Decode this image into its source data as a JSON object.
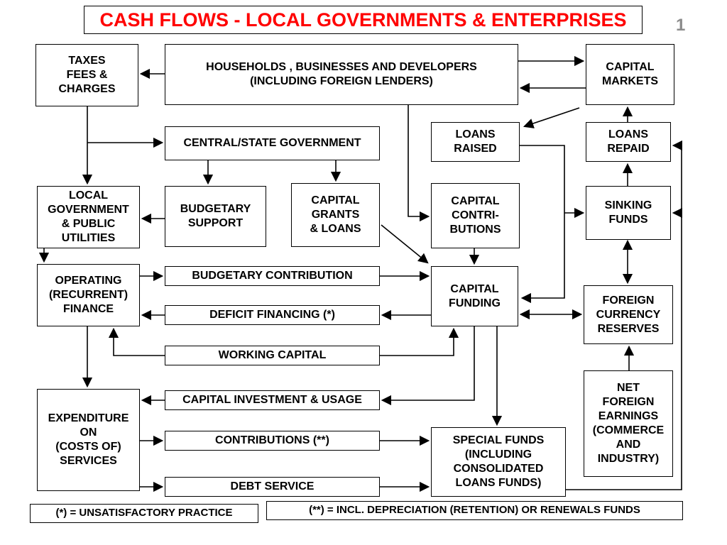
{
  "slide": {
    "title": "CASH FLOWS - LOCAL GOVERNMENTS & ENTERPRISES",
    "title_color": "#ff0000",
    "page_number": "1",
    "box_border_color": "#000000",
    "background_color": "#ffffff"
  },
  "boxes": {
    "taxes": {
      "label": "TAXES\nFEES &\nCHARGES"
    },
    "households": {
      "label": "HOUSEHOLDS , BUSINESSES AND DEVELOPERS\n(INCLUDING FOREIGN LENDERS)"
    },
    "capital_markets": {
      "label": "CAPITAL\nMARKETS"
    },
    "central_state_government": {
      "label": "CENTRAL/STATE GOVERNMENT"
    },
    "loans_raised": {
      "label": "LOANS\nRAISED"
    },
    "loans_repaid": {
      "label": "LOANS\nREPAID"
    },
    "local_government": {
      "label": "LOCAL\nGOVERNMENT\n& PUBLIC\nUTILITIES"
    },
    "budgetary_support": {
      "label": "BUDGETARY\nSUPPORT"
    },
    "capital_grants_loans": {
      "label": "CAPITAL\nGRANTS\n& LOANS"
    },
    "capital_contributions": {
      "label": "CAPITAL\nCONTRI-\nBUTIONS"
    },
    "sinking_funds": {
      "label": "SINKING\nFUNDS"
    },
    "operating_finance": {
      "label": "OPERATING\n(RECURRENT)\nFINANCE"
    },
    "budgetary_contribution": {
      "label": "BUDGETARY CONTRIBUTION"
    },
    "capital_funding": {
      "label": "CAPITAL\nFUNDING"
    },
    "foreign_currency_reserves": {
      "label": "FOREIGN\nCURRENCY\nRESERVES"
    },
    "deficit_financing": {
      "label": "DEFICIT FINANCING (*)"
    },
    "working_capital": {
      "label": "WORKING CAPITAL"
    },
    "net_foreign_earnings": {
      "label": "NET\nFOREIGN\nEARNINGS\n(COMMERCE\nAND\nINDUSTRY)"
    },
    "capital_investment_usage": {
      "label": "CAPITAL INVESTMENT & USAGE"
    },
    "expenditure_on_services": {
      "label": "EXPENDITURE\nON\n(COSTS OF)\nSERVICES"
    },
    "contributions": {
      "label": "CONTRIBUTIONS (**)"
    },
    "special_funds": {
      "label": "SPECIAL FUNDS\n(INCLUDING\nCONSOLIDATED\nLOANS FUNDS)"
    },
    "debt_service": {
      "label": "DEBT SERVICE"
    }
  },
  "legend": {
    "star": "(*) = UNSATISFACTORY PRACTICE",
    "double_star": "(**) =  INCL. DEPRECIATION (RETENTION) OR RENEWALS FUNDS"
  },
  "edges": [
    {
      "from": "households",
      "to": "taxes",
      "two_way": false
    },
    {
      "from": "households",
      "to": "capital_markets",
      "two_way": false
    },
    {
      "from": "capital_markets",
      "to": "households",
      "two_way": false
    },
    {
      "from": "taxes",
      "to": "local_government",
      "two_way": false
    },
    {
      "from": "taxes",
      "to": "central_state_government",
      "two_way": false
    },
    {
      "from": "central_state_government",
      "to": "budgetary_support",
      "two_way": false
    },
    {
      "from": "central_state_government",
      "to": "capital_grants_loans",
      "two_way": false
    },
    {
      "from": "budgetary_support",
      "to": "local_government",
      "two_way": false
    },
    {
      "from": "households",
      "to": "capital_contributions",
      "two_way": false
    },
    {
      "from": "capital_markets",
      "to": "loans_raised",
      "two_way": false
    },
    {
      "from": "loans_repaid",
      "to": "capital_markets",
      "two_way": false
    },
    {
      "from": "sinking_funds",
      "to": "loans_repaid",
      "two_way": false
    },
    {
      "from": "sinking_funds",
      "to": "foreign_currency_reserves",
      "two_way": true
    },
    {
      "from": "net_foreign_earnings",
      "to": "foreign_currency_reserves",
      "two_way": false
    },
    {
      "from": "capital_contributions",
      "to": "capital_funding",
      "two_way": false
    },
    {
      "from": "capital_grants_loans",
      "to": "capital_funding",
      "two_way": false
    },
    {
      "from": "budgetary_contribution",
      "to": "capital_funding",
      "two_way": false
    },
    {
      "from": "capital_funding",
      "to": "deficit_financing",
      "two_way": false
    },
    {
      "from": "working_capital",
      "to": "capital_funding",
      "two_way": false
    },
    {
      "from": "capital_funding",
      "to": "capital_investment_usage",
      "two_way": false
    },
    {
      "from": "capital_funding",
      "to": "special_funds",
      "two_way": false
    },
    {
      "from": "operating_finance",
      "to": "budgetary_contribution",
      "two_way": false
    },
    {
      "from": "deficit_financing",
      "to": "operating_finance",
      "two_way": false
    },
    {
      "from": "working_capital",
      "to": "operating_finance",
      "two_way": false
    },
    {
      "from": "operating_finance",
      "to": "expenditure_on_services",
      "two_way": false
    },
    {
      "from": "local_government",
      "to": "operating_finance",
      "two_way": false
    },
    {
      "from": "capital_investment_usage",
      "to": "expenditure_on_services",
      "two_way": false
    },
    {
      "from": "expenditure_on_services",
      "to": "contributions",
      "two_way": false
    },
    {
      "from": "expenditure_on_services",
      "to": "debt_service",
      "two_way": false
    },
    {
      "from": "contributions",
      "to": "special_funds",
      "two_way": false
    },
    {
      "from": "debt_service",
      "to": "special_funds",
      "two_way": false
    },
    {
      "from": "loans_raised",
      "to": "capital_funding",
      "two_way": false
    },
    {
      "from": "loans_raised",
      "to": "sinking_funds",
      "two_way": false
    },
    {
      "from": "capital_funding",
      "to": "foreign_currency_reserves",
      "two_way": true
    },
    {
      "from": "special_funds",
      "to": "loans_repaid",
      "two_way": false
    },
    {
      "from": "special_funds",
      "to": "sinking_funds",
      "two_way": false
    }
  ]
}
